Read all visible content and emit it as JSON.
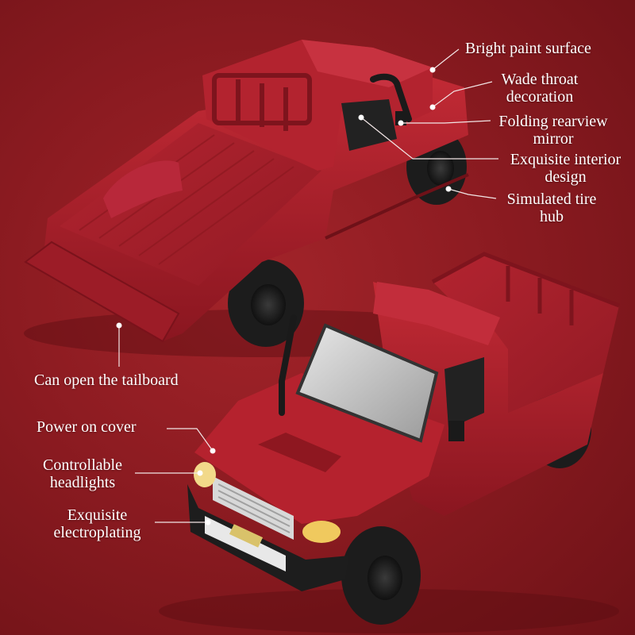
{
  "colors": {
    "background": "#8c1b21",
    "truck_body": "#a81f2a",
    "truck_shadow": "#6e1118",
    "tire": "#1e1e1e",
    "label_text": "#ffffff",
    "leader_line": "#f2e6e6"
  },
  "callouts": {
    "bright_paint": "Bright paint surface",
    "wade_throat_1": "Wade throat",
    "wade_throat_2": "decoration",
    "mirror_1": "Folding rearview",
    "mirror_2": "mirror",
    "interior_1": "Exquisite interior",
    "interior_2": "design",
    "tire_1": "Simulated tire",
    "tire_2": "hub",
    "tailboard": "Can open the tailboard",
    "power_cover": "Power on cover",
    "headlights_1": "Controllable",
    "headlights_2": "headlights",
    "electroplating_1": "Exquisite",
    "electroplating_2": "electroplating"
  }
}
